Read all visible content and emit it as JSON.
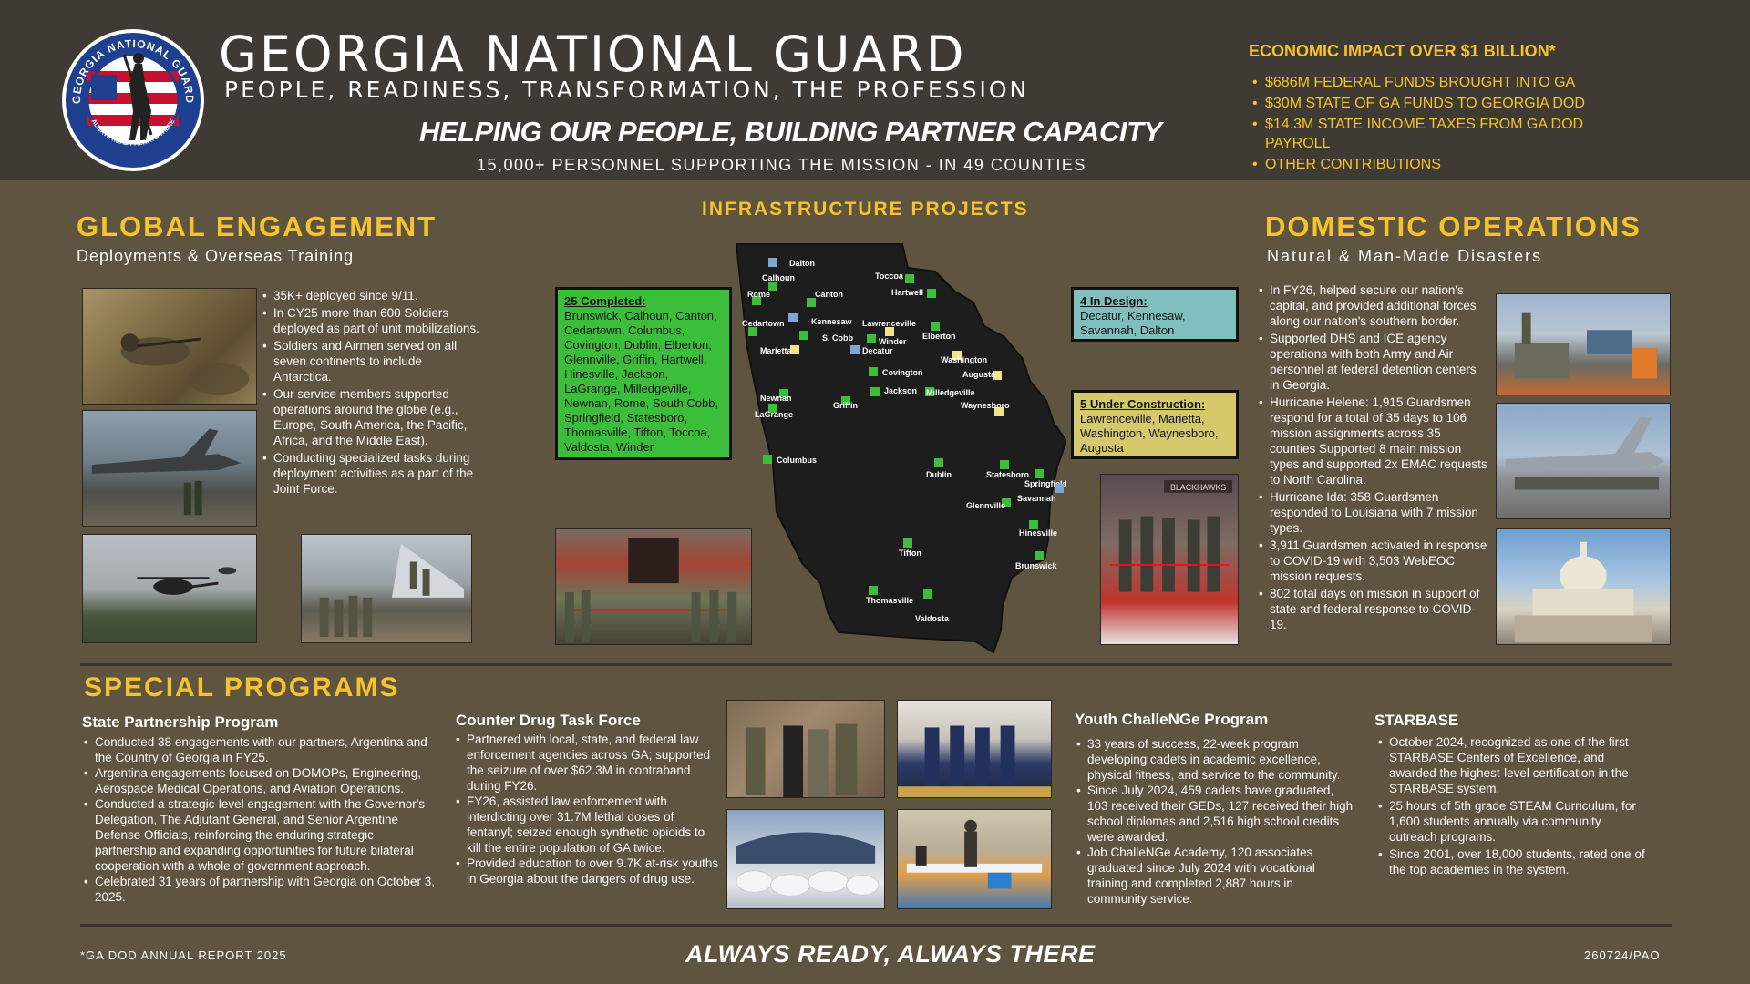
{
  "header": {
    "title": "GEORGIA NATIONAL GUARD",
    "subtitle": "PEOPLE, READINESS, TRANSFORMATION, THE PROFESSION",
    "tagline": "HELPING OUR PEOPLE, BUILDING PARTNER CAPACITY",
    "personnel": "15,000+ PERSONNEL SUPPORTING THE MISSION  - IN 49 COUNTIES",
    "seal": {
      "top_text": "GEORGIA NATIONAL GUARD",
      "bottom_text": "ALWAYS READY ALWAYS THERE",
      "icon": "minuteman-seal-icon"
    }
  },
  "economic": {
    "title": "ECONOMIC IMPACT OVER $1 BILLION*",
    "items": [
      "$686M FEDERAL FUNDS BROUGHT INTO GA",
      "$30M STATE OF GA FUNDS TO GEORGIA DOD",
      "$14.3M STATE INCOME TAXES FROM GA DOD PAYROLL",
      "OTHER CONTRIBUTIONS"
    ]
  },
  "global": {
    "title": "GLOBAL ENGAGEMENT",
    "subtitle": "Deployments & Overseas Training",
    "bullets": [
      "35K+ deployed since 9/11.",
      "In CY25 more than 600 Soldiers deployed as part of unit mobilizations.",
      "Soldiers and Airmen served on all seven continents to include Antarctica.",
      "Our service members supported operations around the globe (e.g., Europe, South America, the Pacific, Africa, and the Middle East).",
      "Conducting specialized tasks during deployment activities as a part of the Joint Force."
    ]
  },
  "infrastructure": {
    "title": "INFRASTRUCTURE PROJECTS",
    "completed": {
      "heading": "25 Completed:",
      "text": "Brunswick, Calhoun, Canton, Cedartown, Columbus, Covington, Dublin, Elberton, Glennville, Griffin, Hartwell, Hinesville, Jackson, LaGrange, Milledgeville, Newnan, Rome, South Cobb, Springfield, Statesboro, Thomasville, Tifton, Toccoa, Valdosta, Winder"
    },
    "design": {
      "heading": "4 In Design:",
      "text": "Decatur, Kennesaw, Savannah, Dalton"
    },
    "construction": {
      "heading": "5 Under Construction:",
      "text": "Lawrenceville, Marietta, Washington, Waynesboro, Augusta"
    },
    "colors": {
      "completed": "#3bbf3b",
      "design": "#7fa7d6",
      "construction": "#f1e58a"
    },
    "cities": [
      {
        "name": "Dalton",
        "status": "design"
      },
      {
        "name": "Calhoun",
        "status": "completed"
      },
      {
        "name": "Rome",
        "status": "completed"
      },
      {
        "name": "Canton",
        "status": "completed"
      },
      {
        "name": "Toccoa",
        "status": "completed"
      },
      {
        "name": "Hartwell",
        "status": "completed"
      },
      {
        "name": "Kennesaw",
        "status": "design"
      },
      {
        "name": "Lawrenceville",
        "status": "construction"
      },
      {
        "name": "Cedartown",
        "status": "completed"
      },
      {
        "name": "S. Cobb",
        "status": "completed"
      },
      {
        "name": "Elberton",
        "status": "completed"
      },
      {
        "name": "Winder",
        "status": "completed"
      },
      {
        "name": "Marietta",
        "status": "construction"
      },
      {
        "name": "Decatur",
        "status": "design"
      },
      {
        "name": "Washington",
        "status": "construction"
      },
      {
        "name": "Covington",
        "status": "completed"
      },
      {
        "name": "Augusta",
        "status": "construction"
      },
      {
        "name": "Newnan",
        "status": "completed"
      },
      {
        "name": "Jackson",
        "status": "completed"
      },
      {
        "name": "Milledgeville",
        "status": "completed"
      },
      {
        "name": "Griffin",
        "status": "completed"
      },
      {
        "name": "Waynesboro",
        "status": "construction"
      },
      {
        "name": "LaGrange",
        "status": "completed"
      },
      {
        "name": "Columbus",
        "status": "completed"
      },
      {
        "name": "Dublin",
        "status": "completed"
      },
      {
        "name": "Statesboro",
        "status": "completed"
      },
      {
        "name": "Springfield",
        "status": "completed"
      },
      {
        "name": "Savannah",
        "status": "design"
      },
      {
        "name": "Glennville",
        "status": "completed"
      },
      {
        "name": "Hinesville",
        "status": "completed"
      },
      {
        "name": "Tifton",
        "status": "completed"
      },
      {
        "name": "Brunswick",
        "status": "completed"
      },
      {
        "name": "Thomasville",
        "status": "completed"
      },
      {
        "name": "Valdosta",
        "status": "completed"
      }
    ]
  },
  "domestic": {
    "title": "DOMESTIC OPERATIONS",
    "subtitle": "Natural & Man-Made Disasters",
    "bullets": [
      "In FY26, helped secure our nation's capital, and provided additional forces along our nation's southern border.",
      "Supported DHS and ICE agency operations with both Army and Air personnel at federal detention centers in Georgia.",
      "Hurricane Helene: 1,915 Guardsmen respond for a total of 35 days to 106 mission assignments across 35 counties Supported 8 main mission types and supported 2x EMAC requests to North Carolina.",
      "Hurricane Ida: 358 Guardsmen responded to Louisiana with 7 mission types.",
      "3,911 Guardsmen activated in response to COVID-19 with 3,503 WebEOC mission requests.",
      "802 total days on mission in support of state and federal response to COVID-19."
    ],
    "photo_caption": "BLACKHAWKS"
  },
  "special": {
    "title": "SPECIAL PROGRAMS",
    "spp": {
      "title": "State Partnership Program",
      "bullets": [
        "Conducted 38 engagements with our partners, Argentina and the Country of Georgia in FY25.",
        "Argentina engagements focused on DOMOPs, Engineering, Aerospace Medical Operations, and Aviation Operations.",
        "Conducted a strategic-level engagement with the Governor's Delegation, The Adjutant General, and Senior Argentine Defense Officials, reinforcing the enduring strategic partnership and expanding opportunities for future bilateral cooperation with a whole of government approach.",
        "Celebrated 31 years of partnership with Georgia on October 3, 2025."
      ]
    },
    "counterdrug": {
      "title": "Counter Drug Task Force",
      "bullets": [
        "Partnered with local, state, and federal law enforcement agencies across GA; supported the seizure of over $62.3M in contraband during FY26.",
        "FY26, assisted law enforcement with interdicting over 31.7M lethal doses of fentanyl; seized enough synthetic opioids to kill the entire population of GA twice.",
        "Provided education to over 9.7K at-risk youths in Georgia about the dangers of drug use."
      ]
    },
    "youth": {
      "title": "Youth ChalleNGe Program",
      "bullets": [
        "33 years of success, 22-week program developing cadets in academic excellence, physical fitness, and service to the community.",
        "Since July 2024, 459 cadets have graduated, 103 received their GEDs, 127 received their high school diplomas and 2,516 high school credits were awarded.",
        "Job ChalleNGe Academy, 120 associates graduated since July 2024 with vocational training and completed 2,887 hours in community service."
      ]
    },
    "starbase": {
      "title": "STARBASE",
      "bullets": [
        "October 2024, recognized as one of the first STARBASE Centers of Excellence, and awarded the highest-level certification in the STARBASE system.",
        "25 hours of 5th grade STEAM Curriculum, for 1,600 students annually via community outreach programs.",
        "Since 2001, over 18,000 students, rated one of the top academies in the system."
      ]
    }
  },
  "footer": {
    "note": "*GA DOD ANNUAL REPORT 2025",
    "motto": "ALWAYS READY, ALWAYS THERE",
    "code": "260724/PAO"
  },
  "colors": {
    "background": "#5e5440",
    "header": "#3f3a33",
    "accent": "#f5c32c",
    "completed_box": "#3bbf3b",
    "design_box": "#7fbfbd",
    "construction_box": "#d6c96b"
  }
}
